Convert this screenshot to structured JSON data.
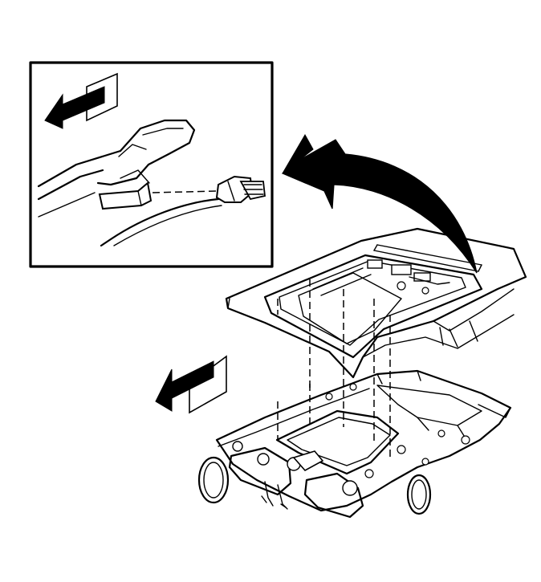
{
  "figure": {
    "description_text": "",
    "colors": {
      "ink": "#000000",
      "paper": "#ffffff"
    },
    "parts": {
      "inset": "detail-inset-connector",
      "roof": "vehicle-roof-sunroof-opening",
      "headliner": "headliner-assembly",
      "direction_arrows": [
        "front-direction-arrow-inset",
        "front-direction-arrow-main"
      ],
      "callout_arrow": "curved-callout-arrow"
    }
  }
}
